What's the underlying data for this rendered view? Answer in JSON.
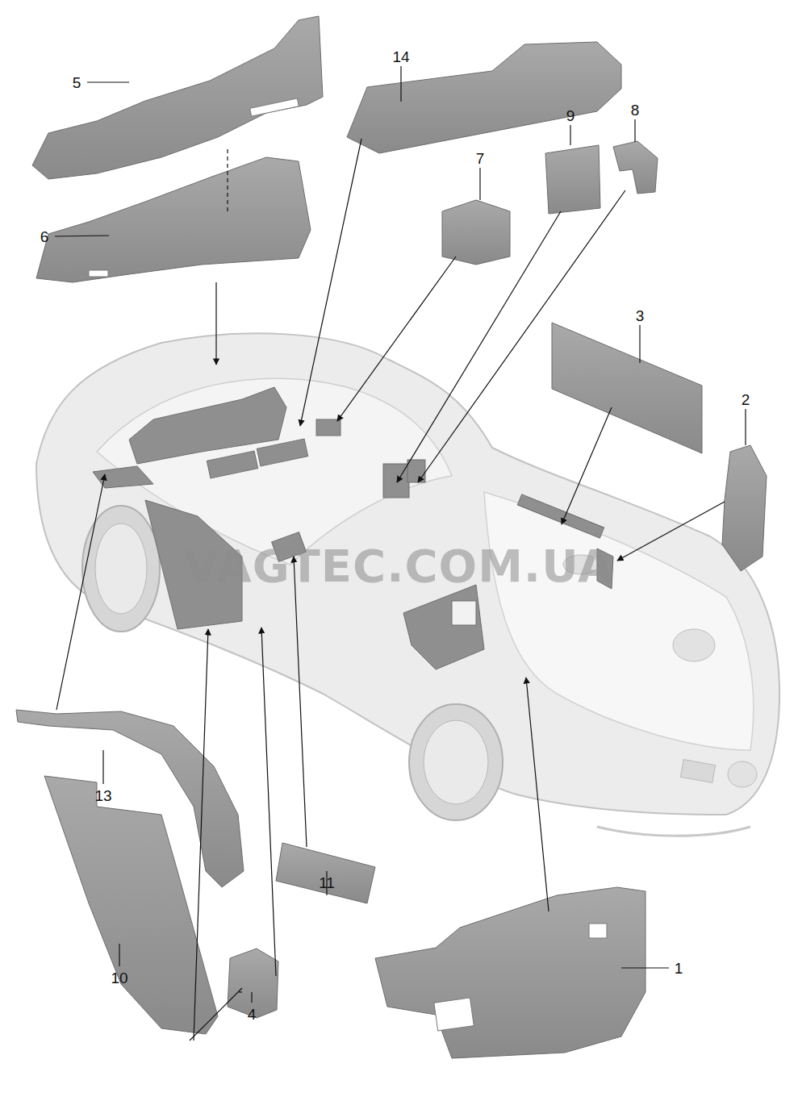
{
  "diagram": {
    "labels": [
      "5",
      "14",
      "9",
      "8",
      "7",
      "6",
      "3",
      "2",
      "13",
      "11",
      "10",
      "4",
      "1",
      "VAGTEC.COM.UA"
    ]
  }
}
